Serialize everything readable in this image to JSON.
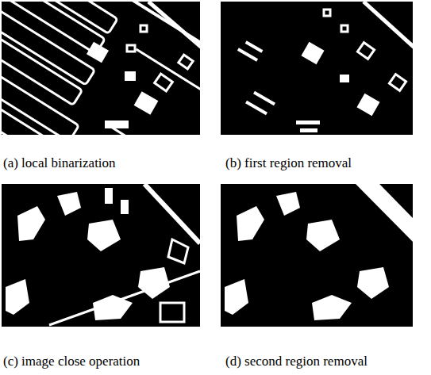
{
  "diagram": {
    "labels": [
      "(a) local binarization",
      "(b) first region removal",
      "(c) image close operation",
      "(d) second region removal"
    ]
  }
}
